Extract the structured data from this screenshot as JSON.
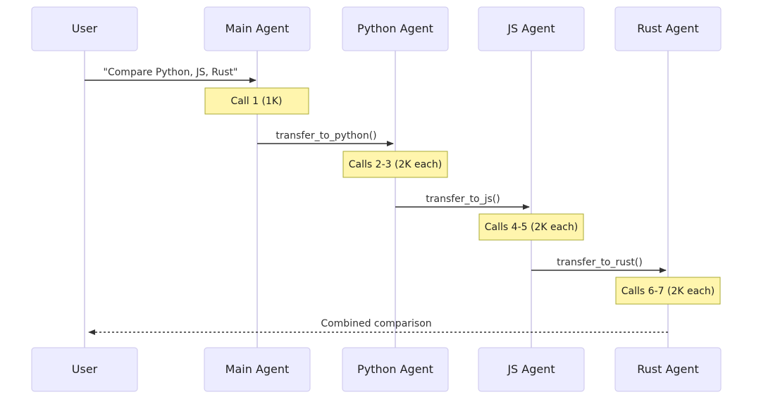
{
  "diagram": {
    "type": "sequence-diagram",
    "actors": [
      {
        "name": "User"
      },
      {
        "name": "Main Agent"
      },
      {
        "name": "Python Agent"
      },
      {
        "name": "JS Agent"
      },
      {
        "name": "Rust Agent"
      }
    ],
    "messages": [
      {
        "from": "User",
        "to": "Main Agent",
        "label": "\"Compare Python, JS, Rust\"",
        "style": "solid"
      },
      {
        "from": "Main Agent",
        "to": "Python Agent",
        "label": "transfer_to_python()",
        "style": "solid"
      },
      {
        "from": "Python Agent",
        "to": "JS Agent",
        "label": "transfer_to_js()",
        "style": "solid"
      },
      {
        "from": "JS Agent",
        "to": "Rust Agent",
        "label": "transfer_to_rust()",
        "style": "solid"
      },
      {
        "from": "Rust Agent",
        "to": "User",
        "label": "Combined comparison",
        "style": "dashed"
      }
    ],
    "notes": [
      {
        "over": "Main Agent",
        "label": "Call 1 (1K)"
      },
      {
        "over": "Python Agent",
        "label": "Calls 2-3 (2K each)"
      },
      {
        "over": "JS Agent",
        "label": "Calls 4-5 (2K each)"
      },
      {
        "over": "Rust Agent",
        "label": "Calls 6-7 (2K each)"
      }
    ],
    "colors": {
      "actor_fill": "#ECECFF",
      "actor_border": "#CCC6EC",
      "lifeline": "#D8D3EC",
      "note_fill": "#FFF5AD",
      "note_border": "#AAAA33",
      "arrow": "#333333",
      "text": "#1F1F1F"
    }
  }
}
